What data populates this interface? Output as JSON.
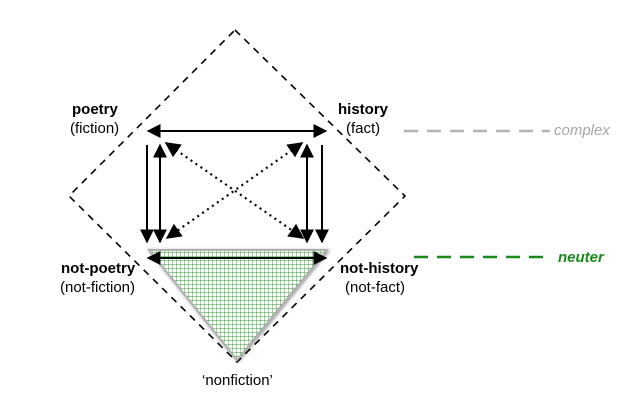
{
  "diagram": {
    "top_left": {
      "title": "poetry",
      "subtitle": "(fiction)"
    },
    "top_right": {
      "title": "history",
      "subtitle": "(fact)"
    },
    "bottom_left": {
      "title": "not-poetry",
      "subtitle": "(not-fiction)"
    },
    "bottom_right": {
      "title": "not-history",
      "subtitle": "(not-fact)"
    },
    "bottom_vertex": {
      "label": "‘nonfiction’"
    },
    "complex_label": "complex",
    "neuter_label": "neuter",
    "colors": {
      "complex_line": "#b3b3b3",
      "complex_text": "#a6a6a6",
      "neuter_line": "#1a8a1a",
      "neuter_text": "#1a8a1a",
      "hatch_fill": "#2e9a2e",
      "triangle_edge": "#b0b0b0"
    }
  }
}
